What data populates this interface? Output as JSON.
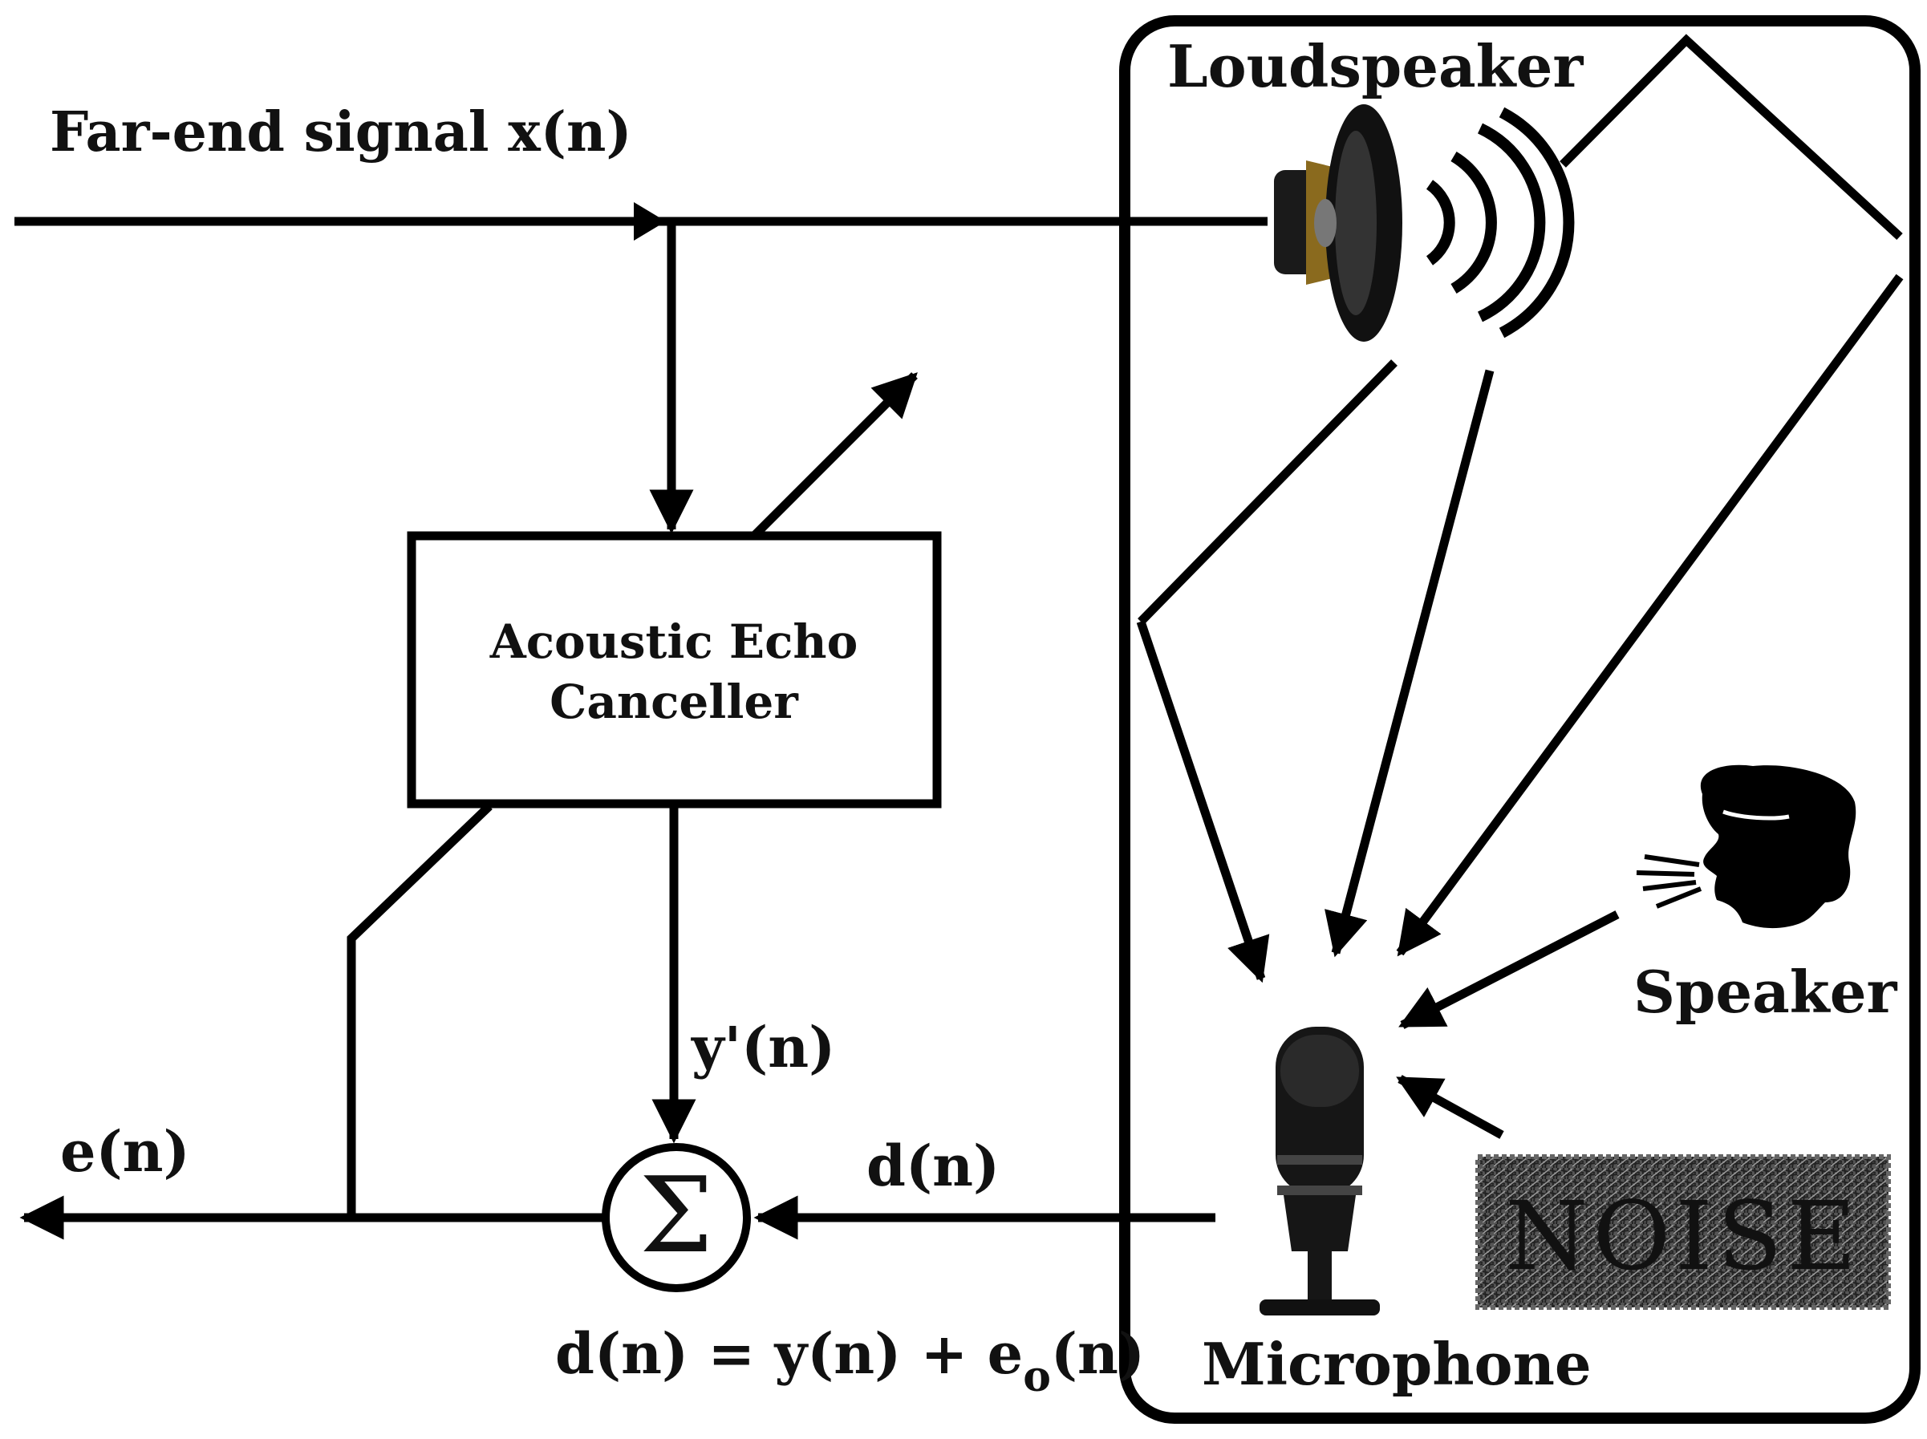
{
  "labels": {
    "far_end_signal": "Far-end signal x(n)",
    "loudspeaker": "Loudspeaker",
    "aec_line1": "Acoustic Echo",
    "aec_line2": "Canceller",
    "y_prime": "y'(n)",
    "error_signal": "e(n)",
    "desired_signal": "d(n)",
    "sum_symbol": "Σ",
    "equation_prefix": "d(n) = y(n) + e",
    "equation_subscript": "o",
    "equation_suffix": "(n)",
    "microphone": "Microphone",
    "speaker": "Speaker",
    "noise": "NOISE"
  },
  "icons": [
    "loudspeaker-icon",
    "microphone-icon",
    "speaker-head-icon",
    "noise-icon"
  ],
  "colors": {
    "stroke": "#000000",
    "background": "#ffffff",
    "speaker_cone": "#8a6a1e"
  }
}
